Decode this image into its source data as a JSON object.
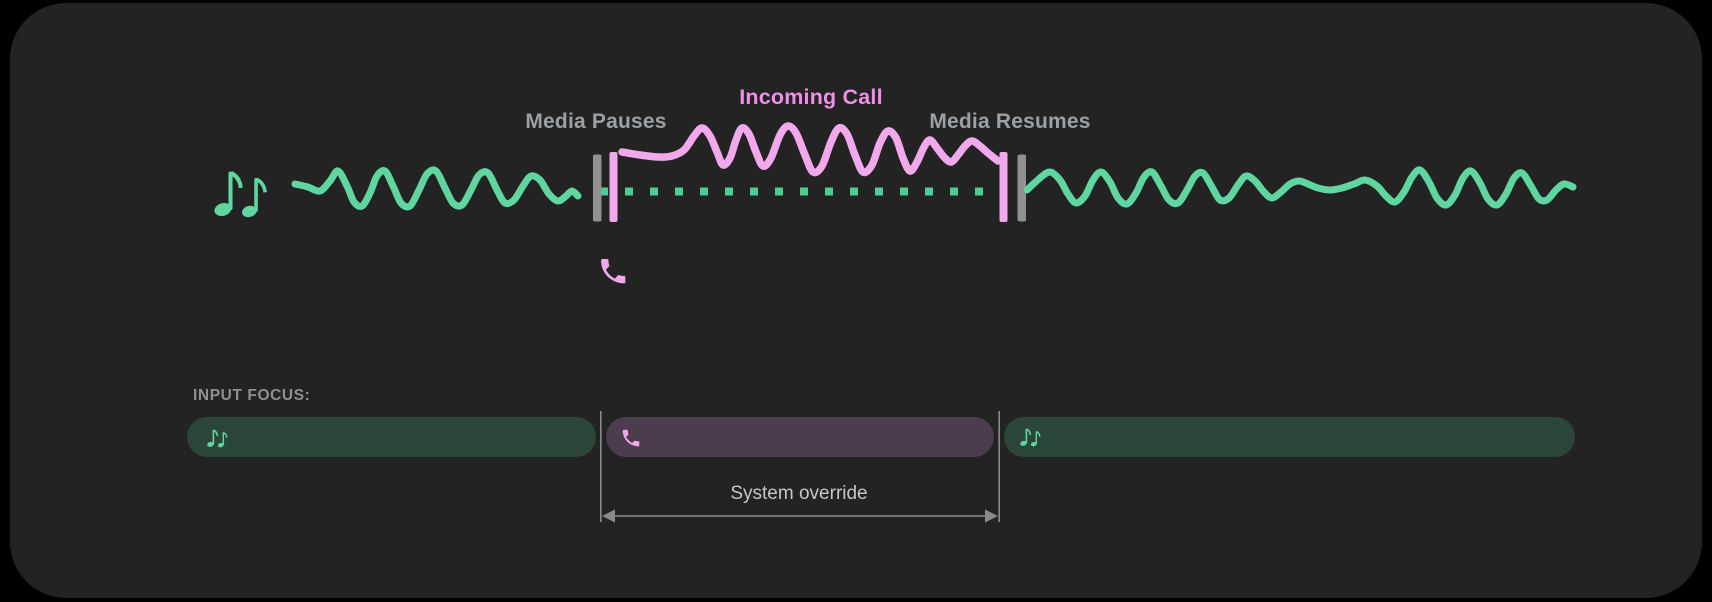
{
  "timeline": {
    "labels": {
      "media_pauses": "Media Pauses",
      "incoming_call": "Incoming Call",
      "media_resumes": "Media Resumes"
    },
    "icons": {
      "media": "music-notes-icon",
      "call": "phone-icon",
      "pause_markers": "pause-bars-icon"
    }
  },
  "input_focus": {
    "heading": "INPUT FOCUS:",
    "override_label": "System override",
    "segments": [
      {
        "name": "media-before-call",
        "icon": "music-notes-icon"
      },
      {
        "name": "incoming-call",
        "icon": "phone-icon"
      },
      {
        "name": "media-after-call",
        "icon": "music-notes-icon"
      }
    ]
  },
  "colors": {
    "page_background": "#000000",
    "card_background": "#232323",
    "media_green": "#5FD6A0",
    "call_pink": "#F2A9EC",
    "incoming_call_text": "#F08FE6",
    "label_gray": "#9BA0A4",
    "pause_marker_gray": "#919191",
    "focus_media_pill": "#2B4639",
    "focus_call_pill": "#4B3D4E",
    "guide_gray": "#8A8A8A"
  }
}
